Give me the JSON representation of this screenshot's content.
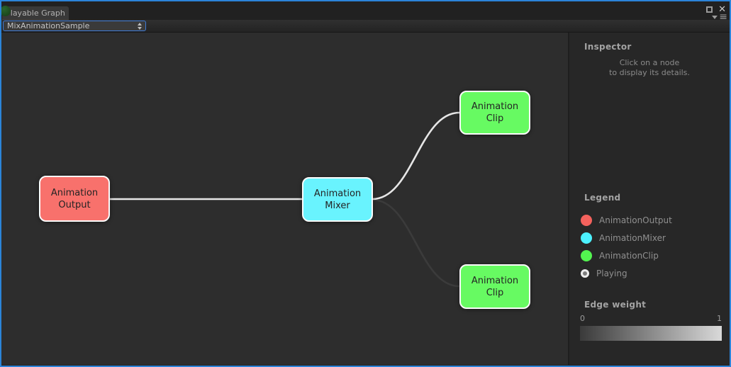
{
  "window": {
    "tab_title": "Playable Graph",
    "focus_border_color": "#2b84d9",
    "status_dot_color": "#1e4a20",
    "icons": {
      "close_glyph": "✕",
      "menu_bars_glyph": "≡"
    }
  },
  "toolbar": {
    "graph_selector_value": "MixAnimationSample"
  },
  "graph": {
    "background": "#2d2d2d",
    "nodes": [
      {
        "id": "output",
        "label_line1": "Animation",
        "label_line2": "Output",
        "color": "#f8716c"
      },
      {
        "id": "mixer",
        "label_line1": "Animation",
        "label_line2": "Mixer",
        "color": "#69f3fe"
      },
      {
        "id": "clip-top",
        "label_line1": "Animation",
        "label_line2": "Clip",
        "color": "#67fa62"
      },
      {
        "id": "clip-bottom",
        "label_line1": "Animation",
        "label_line2": "Clip",
        "color": "#67fa62"
      }
    ],
    "edges": [
      {
        "from": "output",
        "to": "mixer",
        "weight": 1
      },
      {
        "from": "mixer",
        "to": "clip-top",
        "weight": 1
      },
      {
        "from": "mixer",
        "to": "clip-bottom",
        "weight": 0
      }
    ]
  },
  "inspector": {
    "title": "Inspector",
    "hint_line1": "Click on a node",
    "hint_line2": "to display its details."
  },
  "legend": {
    "title": "Legend",
    "items": [
      {
        "label": "AnimationOutput",
        "color": "#f4625d"
      },
      {
        "label": "AnimationMixer",
        "color": "#4cf1ff"
      },
      {
        "label": "AnimationClip",
        "color": "#53f450"
      },
      {
        "label": "Playing",
        "color": "#7d7d7d",
        "ring": "#ededed"
      }
    ]
  },
  "edge_weight": {
    "title": "Edge weight",
    "min_label": "0",
    "max_label": "1",
    "gradient_from": "#3a3a3a",
    "gradient_to": "#d9d9d9"
  }
}
